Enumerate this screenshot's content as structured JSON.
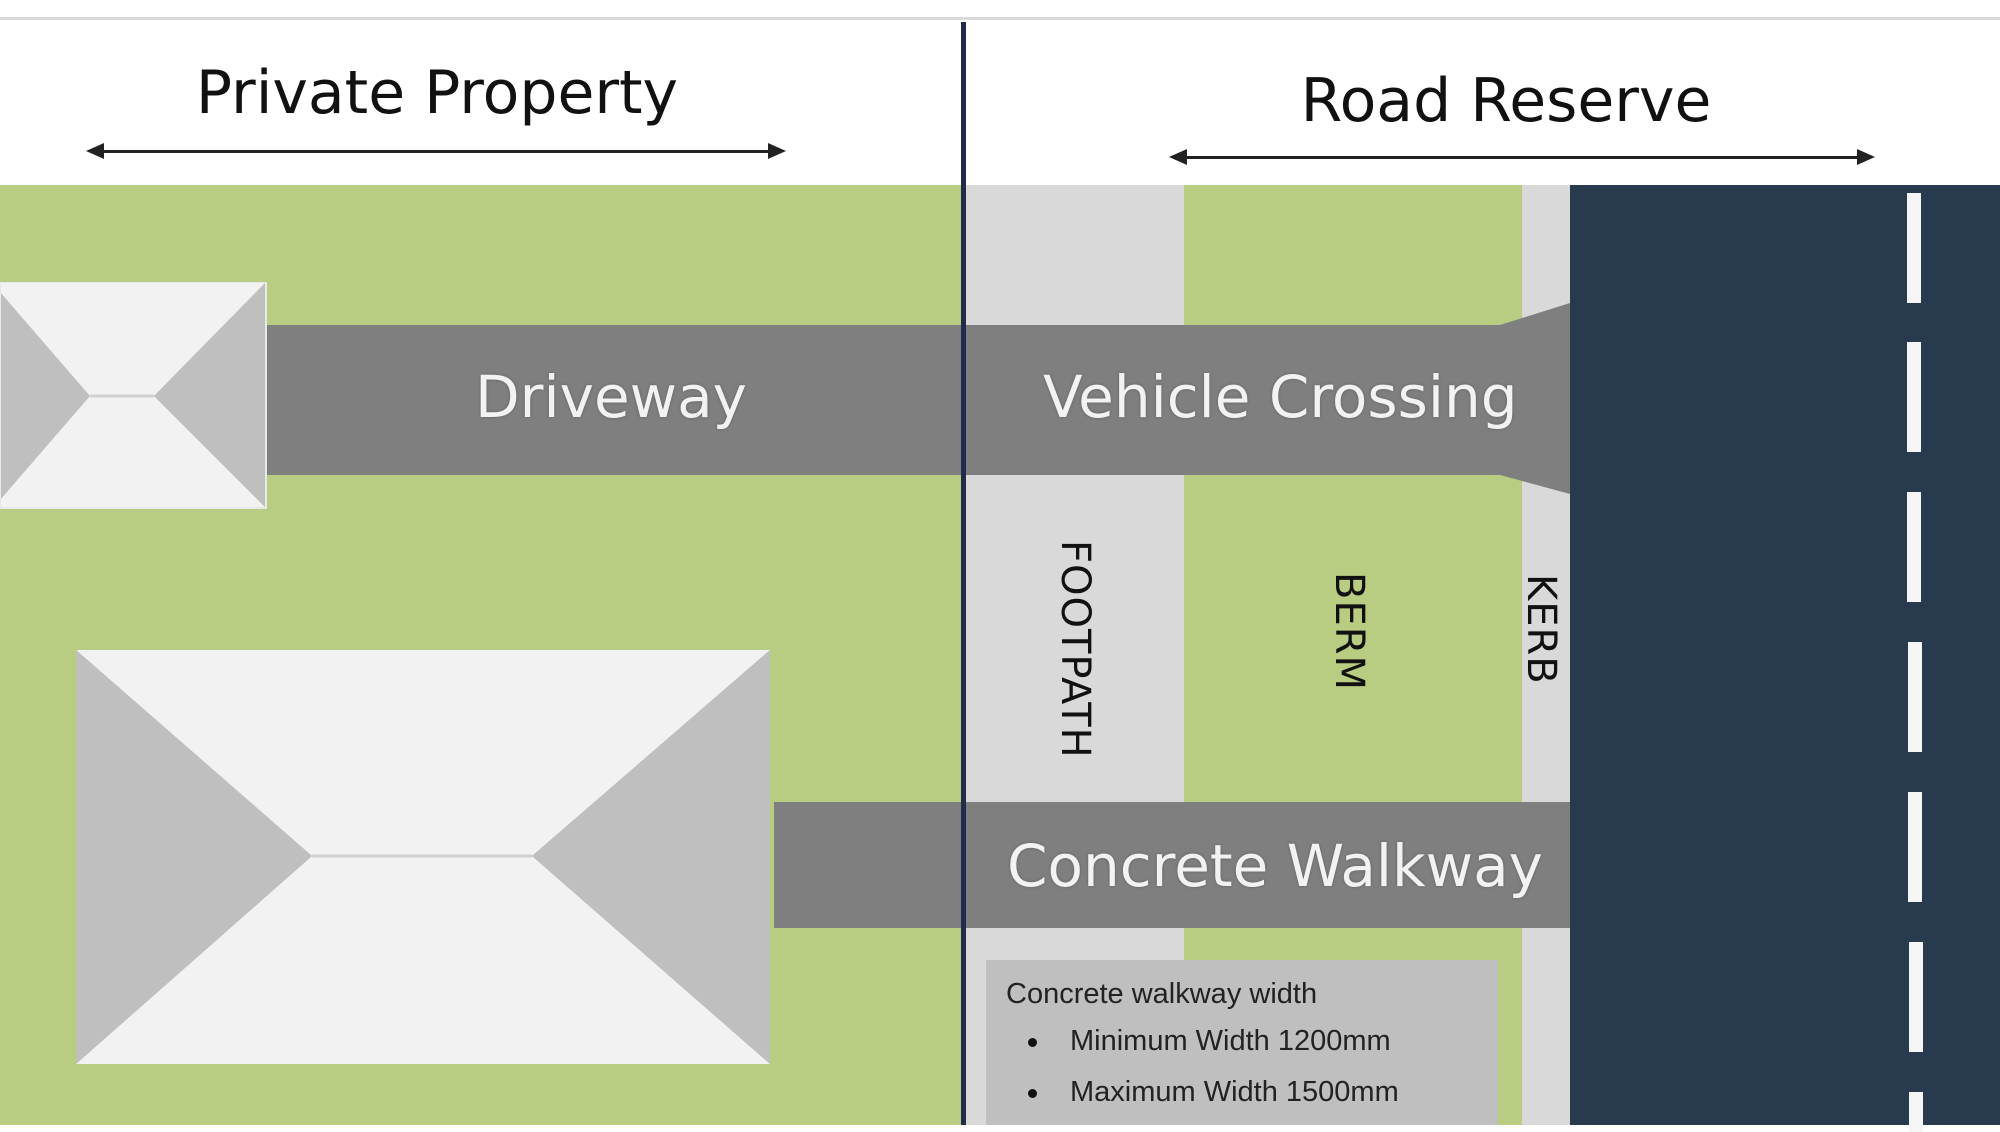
{
  "header": {
    "private_property": "Private Property",
    "road_reserve": "Road Reserve"
  },
  "bands": {
    "driveway": "Driveway",
    "vehicle_crossing": "Vehicle Crossing",
    "concrete_walkway": "Concrete Walkway"
  },
  "strips": {
    "footpath": "FOOTPATH",
    "berm": "BERM",
    "kerb": "KERB"
  },
  "info": {
    "title": "Concrete walkway width",
    "items": [
      "Minimum Width 1200mm",
      "Maximum Width 1500mm"
    ]
  },
  "colors": {
    "grass": "#b8cd82",
    "paving": "#d9d9d9",
    "band": "#7f7f7f",
    "road": "#283a4e",
    "roof_light": "#f2f2f2",
    "roof_dark": "#bfbfbf",
    "boundary_line": "#1f2d4a"
  }
}
